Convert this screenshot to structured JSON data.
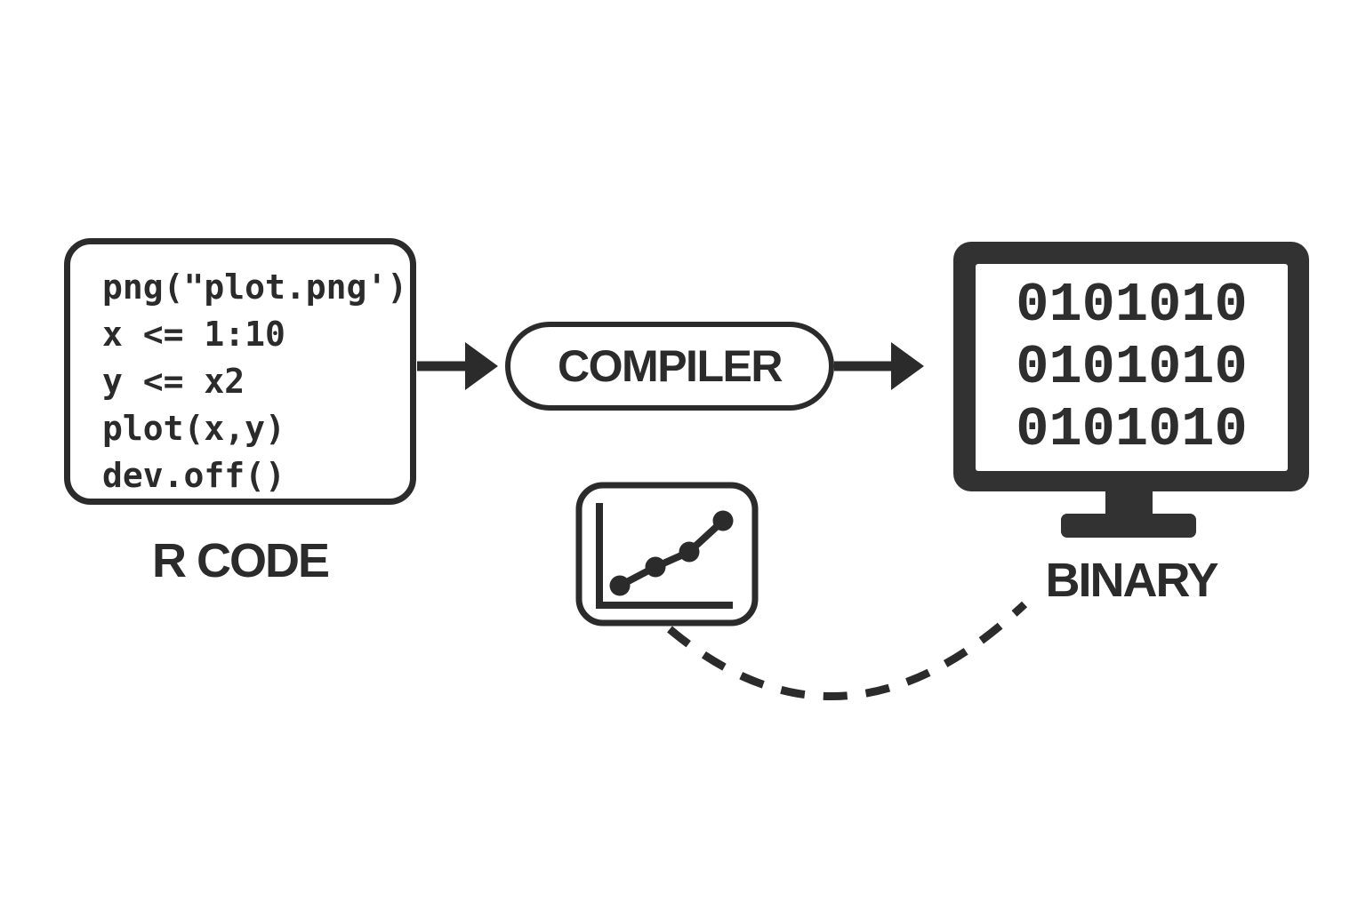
{
  "diagram": {
    "code_box": {
      "lines": [
        "png(\"plot.png')",
        "x <= 1:10",
        "y <= x2",
        "plot(x,y)",
        "dev.off()"
      ],
      "label": "R CODE"
    },
    "compiler": {
      "label": "COMPILER"
    },
    "binary": {
      "screen_lines": [
        "0101010",
        "0101010",
        "0101010"
      ],
      "label": "BINARY"
    },
    "icons": {
      "flow_arrow": "right-arrow",
      "plot_icon": "line-chart-with-points",
      "monitor_icon": "computer-monitor",
      "connector": "dashed-curve"
    },
    "colors": {
      "ink": "#2b2b2b",
      "monitor": "#323232",
      "background": "#ffffff"
    }
  }
}
